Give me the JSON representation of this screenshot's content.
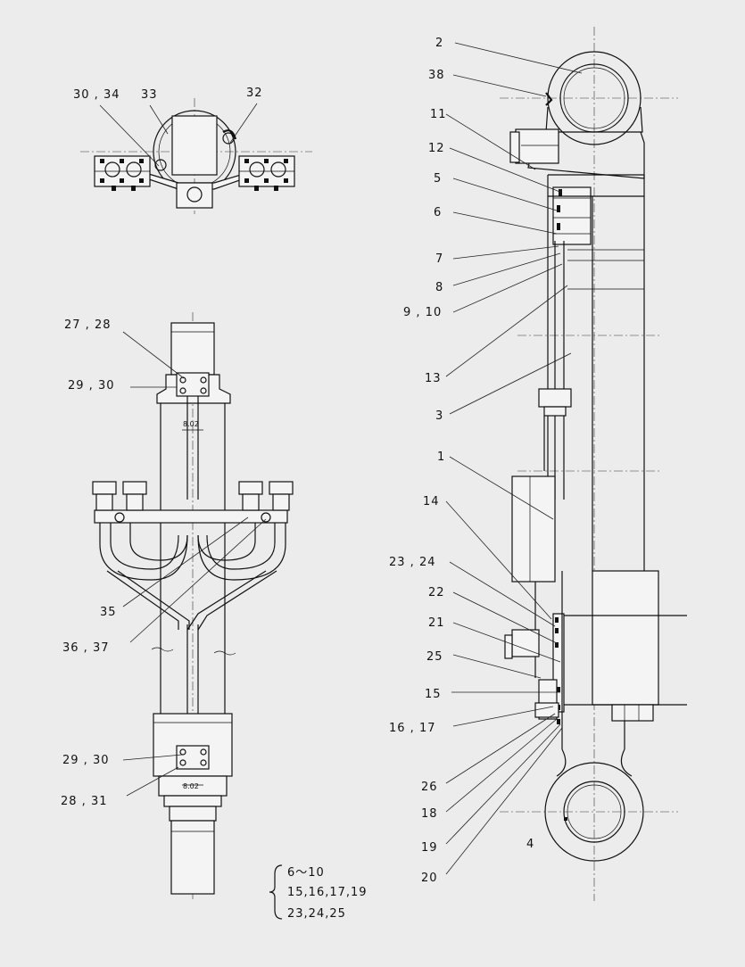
{
  "labels": {
    "top_30_34": "30 , 34",
    "top_33": "33",
    "top_32": "32",
    "l_27_28": "27 , 28",
    "l_29_30_a": "29 , 30",
    "dim_a": "8.02",
    "l_35": "35",
    "l_36_37": "36 , 37",
    "l_29_30_b": "29 , 30",
    "l_28_31": "28 , 31",
    "dim_b": "8.02",
    "r_2": "2",
    "r_38": "38",
    "r_11": "11",
    "r_12": "12",
    "r_5": "5",
    "r_6": "6",
    "r_7": "7",
    "r_8": "8",
    "r_9_10": "9 , 10",
    "r_13": "13",
    "r_3": "3",
    "r_1": "1",
    "r_14": "14",
    "r_23_24": "23 , 24",
    "r_22": "22",
    "r_21": "21",
    "r_25": "25",
    "r_15": "15",
    "r_16_17": "16 , 17",
    "r_26": "26",
    "r_18": "18",
    "r_19": "19",
    "r_20": "20",
    "r_4": "4"
  },
  "kit_note": {
    "line1": "6～10",
    "line2": "15,16,17,19",
    "line3": "23,24,25"
  }
}
